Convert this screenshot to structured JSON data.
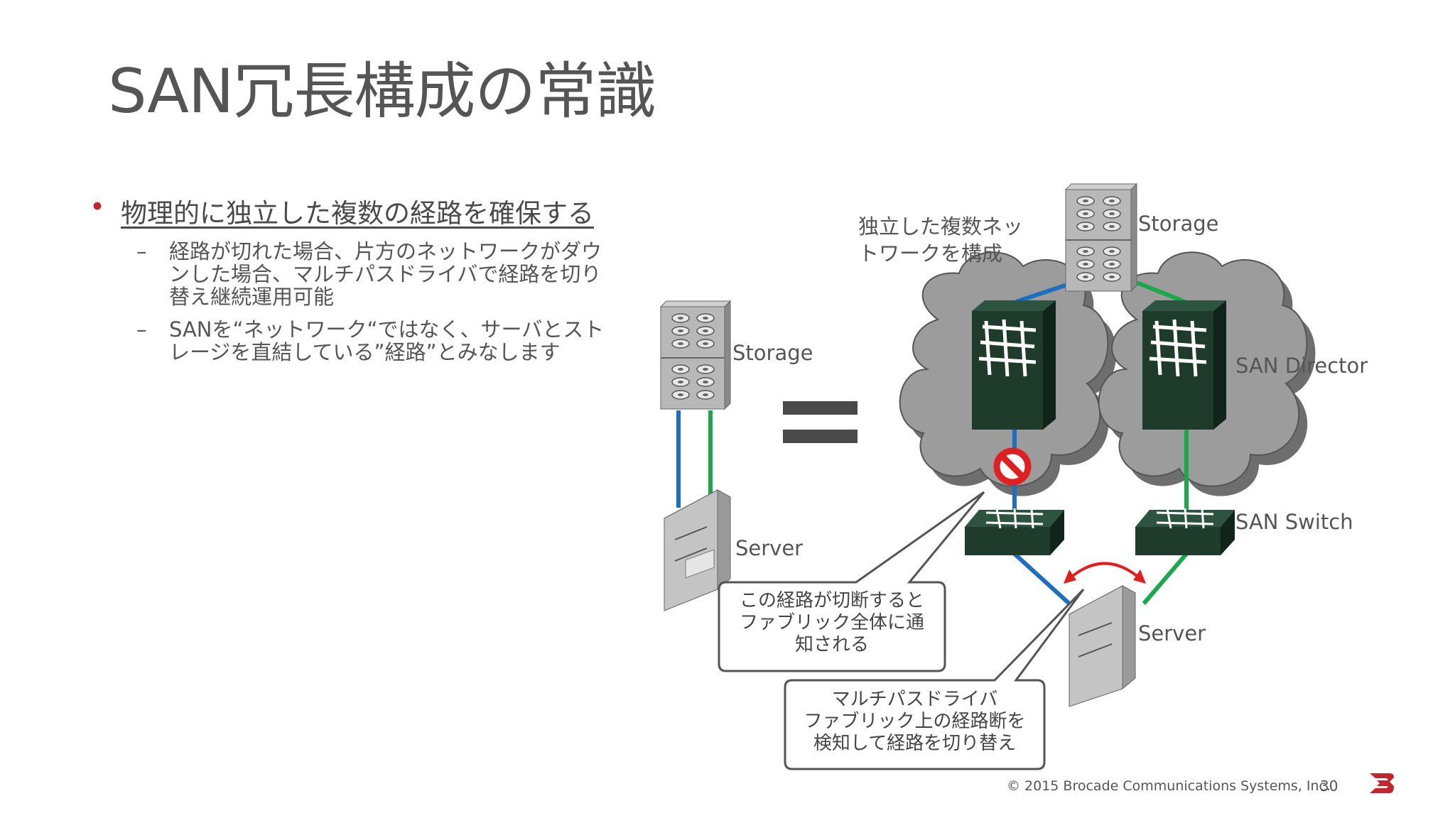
{
  "title": "SAN冗長構成の常識",
  "bullets": {
    "main": "物理的に独立した複数の経路を確保する",
    "sub1": "経路が切れた場合、片方のネットワークがダウンした場合、マルチパスドライバで経路を切り替え継続運用可能",
    "sub2": "SANを“ネットワーク“ではなく、サーバとストレージを直結している”経路”とみなします",
    "dash": "–"
  },
  "diagram": {
    "left_storage": "Storage",
    "left_server": "Server",
    "equals": "=",
    "top_note": "独立した複数ネッ\nトワークを構成",
    "right_storage": "Storage",
    "san_director": "SAN Director",
    "san_switch": "SAN Switch",
    "right_server": "Server",
    "callout1": "この経路が切断すると\nファブリック全体に通\n知される",
    "callout2": "マルチパスドライバ\nファブリック上の経路断を\n検知して経路を切り替え"
  },
  "colors": {
    "blue": "#1f6fbf",
    "green": "#19a84a",
    "red": "#e02020",
    "switch": "#1e3b2c",
    "cloud": "#9a9a9a"
  },
  "footer": {
    "copyright": "© 2015 Brocade Communications Systems, Inc.",
    "page": "30"
  },
  "logo": "brocade-logo"
}
